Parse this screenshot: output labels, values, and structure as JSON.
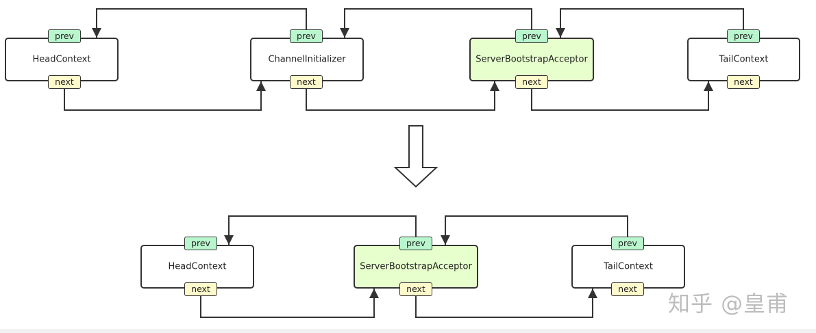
{
  "diagram": {
    "before": {
      "nodes": [
        {
          "label": "HeadContext",
          "highlighted": false
        },
        {
          "label": "ChannelInitializer",
          "highlighted": false
        },
        {
          "label": "ServerBootstrapAcceptor",
          "highlighted": true
        },
        {
          "label": "TailContext",
          "highlighted": false
        }
      ]
    },
    "after": {
      "nodes": [
        {
          "label": "HeadContext",
          "highlighted": false
        },
        {
          "label": "ServerBootstrapAcceptor",
          "highlighted": true
        },
        {
          "label": "TailContext",
          "highlighted": false
        }
      ]
    },
    "prev_label": "prev",
    "next_label": "next"
  },
  "watermark": "知乎 @皇甫",
  "colors": {
    "line": "#333333",
    "node_fill": "#ffffff",
    "highlight_fill": "#e6ffcc",
    "prev_fill": "#b9f5cd",
    "next_fill": "#fffacb",
    "watermark": "#bdbdbd"
  }
}
